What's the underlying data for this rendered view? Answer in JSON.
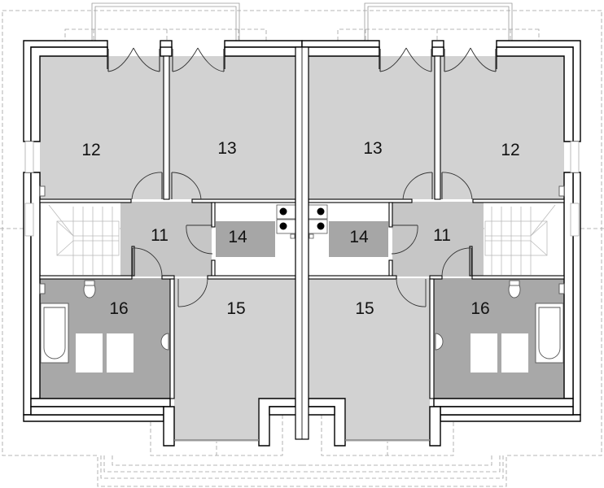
{
  "plan": {
    "type": "floor-plan",
    "description": "Semi-detached house, upper floor (attic), mirrored left and right units",
    "colors": {
      "room_light": "#d2d2d2",
      "room_dark": "#a8a8a8",
      "room_corridor": "#c4c4c4",
      "wall": "#ffffff",
      "wall_stroke": "#000000",
      "dashed_lines": "#9a9a9a",
      "fixture": "#ffffff"
    }
  },
  "units": [
    {
      "side": "left",
      "rooms": [
        {
          "id": "12",
          "label": "12",
          "kind": "bedroom"
        },
        {
          "id": "13",
          "label": "13",
          "kind": "bedroom"
        },
        {
          "id": "11",
          "label": "11",
          "kind": "hall"
        },
        {
          "id": "14",
          "label": "14",
          "kind": "wardrobe"
        },
        {
          "id": "15",
          "label": "15",
          "kind": "bedroom"
        },
        {
          "id": "16",
          "label": "16",
          "kind": "bathroom"
        }
      ]
    },
    {
      "side": "right",
      "rooms": [
        {
          "id": "13",
          "label": "13",
          "kind": "bedroom"
        },
        {
          "id": "12",
          "label": "12",
          "kind": "bedroom"
        },
        {
          "id": "14",
          "label": "14",
          "kind": "wardrobe"
        },
        {
          "id": "11",
          "label": "11",
          "kind": "hall"
        },
        {
          "id": "15",
          "label": "15",
          "kind": "bedroom"
        },
        {
          "id": "16",
          "label": "16",
          "kind": "bathroom"
        }
      ]
    }
  ]
}
